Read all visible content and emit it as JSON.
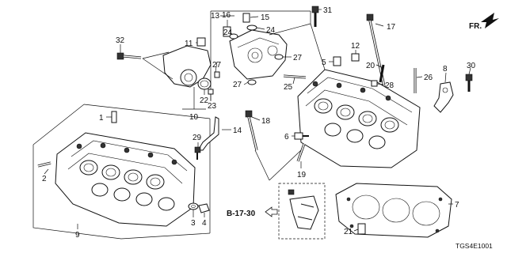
{
  "callouts": {
    "c1": "1",
    "c2": "2",
    "c3": "3",
    "c4": "4",
    "c5": "5",
    "c6": "6",
    "c7": "7",
    "c8": "8",
    "c9": "9",
    "c10": "10",
    "c11": "11",
    "c12": "12",
    "c13": "13",
    "c14": "14",
    "c15": "15",
    "c16": "16",
    "c17": "17",
    "c18": "18",
    "c19": "19",
    "c20": "20",
    "c21": "21",
    "c22": "22",
    "c23": "23",
    "c24a": "24",
    "c24b": "24",
    "c25": "25",
    "c26": "26",
    "c27a": "27",
    "c27b": "27",
    "c27c": "27",
    "c28": "28",
    "c29": "29",
    "c30": "30",
    "c31": "31",
    "c32": "32"
  },
  "reference": {
    "label": "B-17-30"
  },
  "direction": {
    "label": "FR."
  },
  "diagram_code": "TGS4E1001"
}
